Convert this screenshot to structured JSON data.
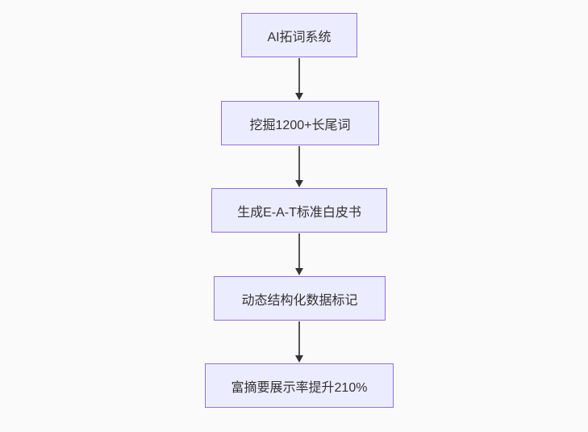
{
  "diagram": {
    "type": "flowchart",
    "direction": "top-to-bottom",
    "nodes": [
      {
        "id": "n1",
        "label": "AI拓词系统"
      },
      {
        "id": "n2",
        "label": "挖掘1200+长尾词"
      },
      {
        "id": "n3",
        "label": "生成E-A-T标准白皮书"
      },
      {
        "id": "n4",
        "label": "动态结构化数据标记"
      },
      {
        "id": "n5",
        "label": "富摘要展示率提升210%"
      }
    ],
    "edges": [
      {
        "from": "AI拓词系统",
        "to": "挖掘1200+长尾词",
        "style": "arrow-down"
      },
      {
        "from": "挖掘1200+长尾词",
        "to": "生成E-A-T标准白皮书",
        "style": "arrow-down"
      },
      {
        "from": "生成E-A-T标准白皮书",
        "to": "动态结构化数据标记",
        "style": "arrow-down"
      },
      {
        "from": "动态结构化数据标记",
        "to": "富摘要展示率提升210%",
        "style": "arrow-down"
      }
    ],
    "colors": {
      "background": "#fafafa",
      "node_fill": "#ECECFF",
      "node_border": "#9370DB",
      "node_text": "#333333",
      "edge_line": "#555555",
      "edge_arrowhead": "#333333"
    }
  }
}
